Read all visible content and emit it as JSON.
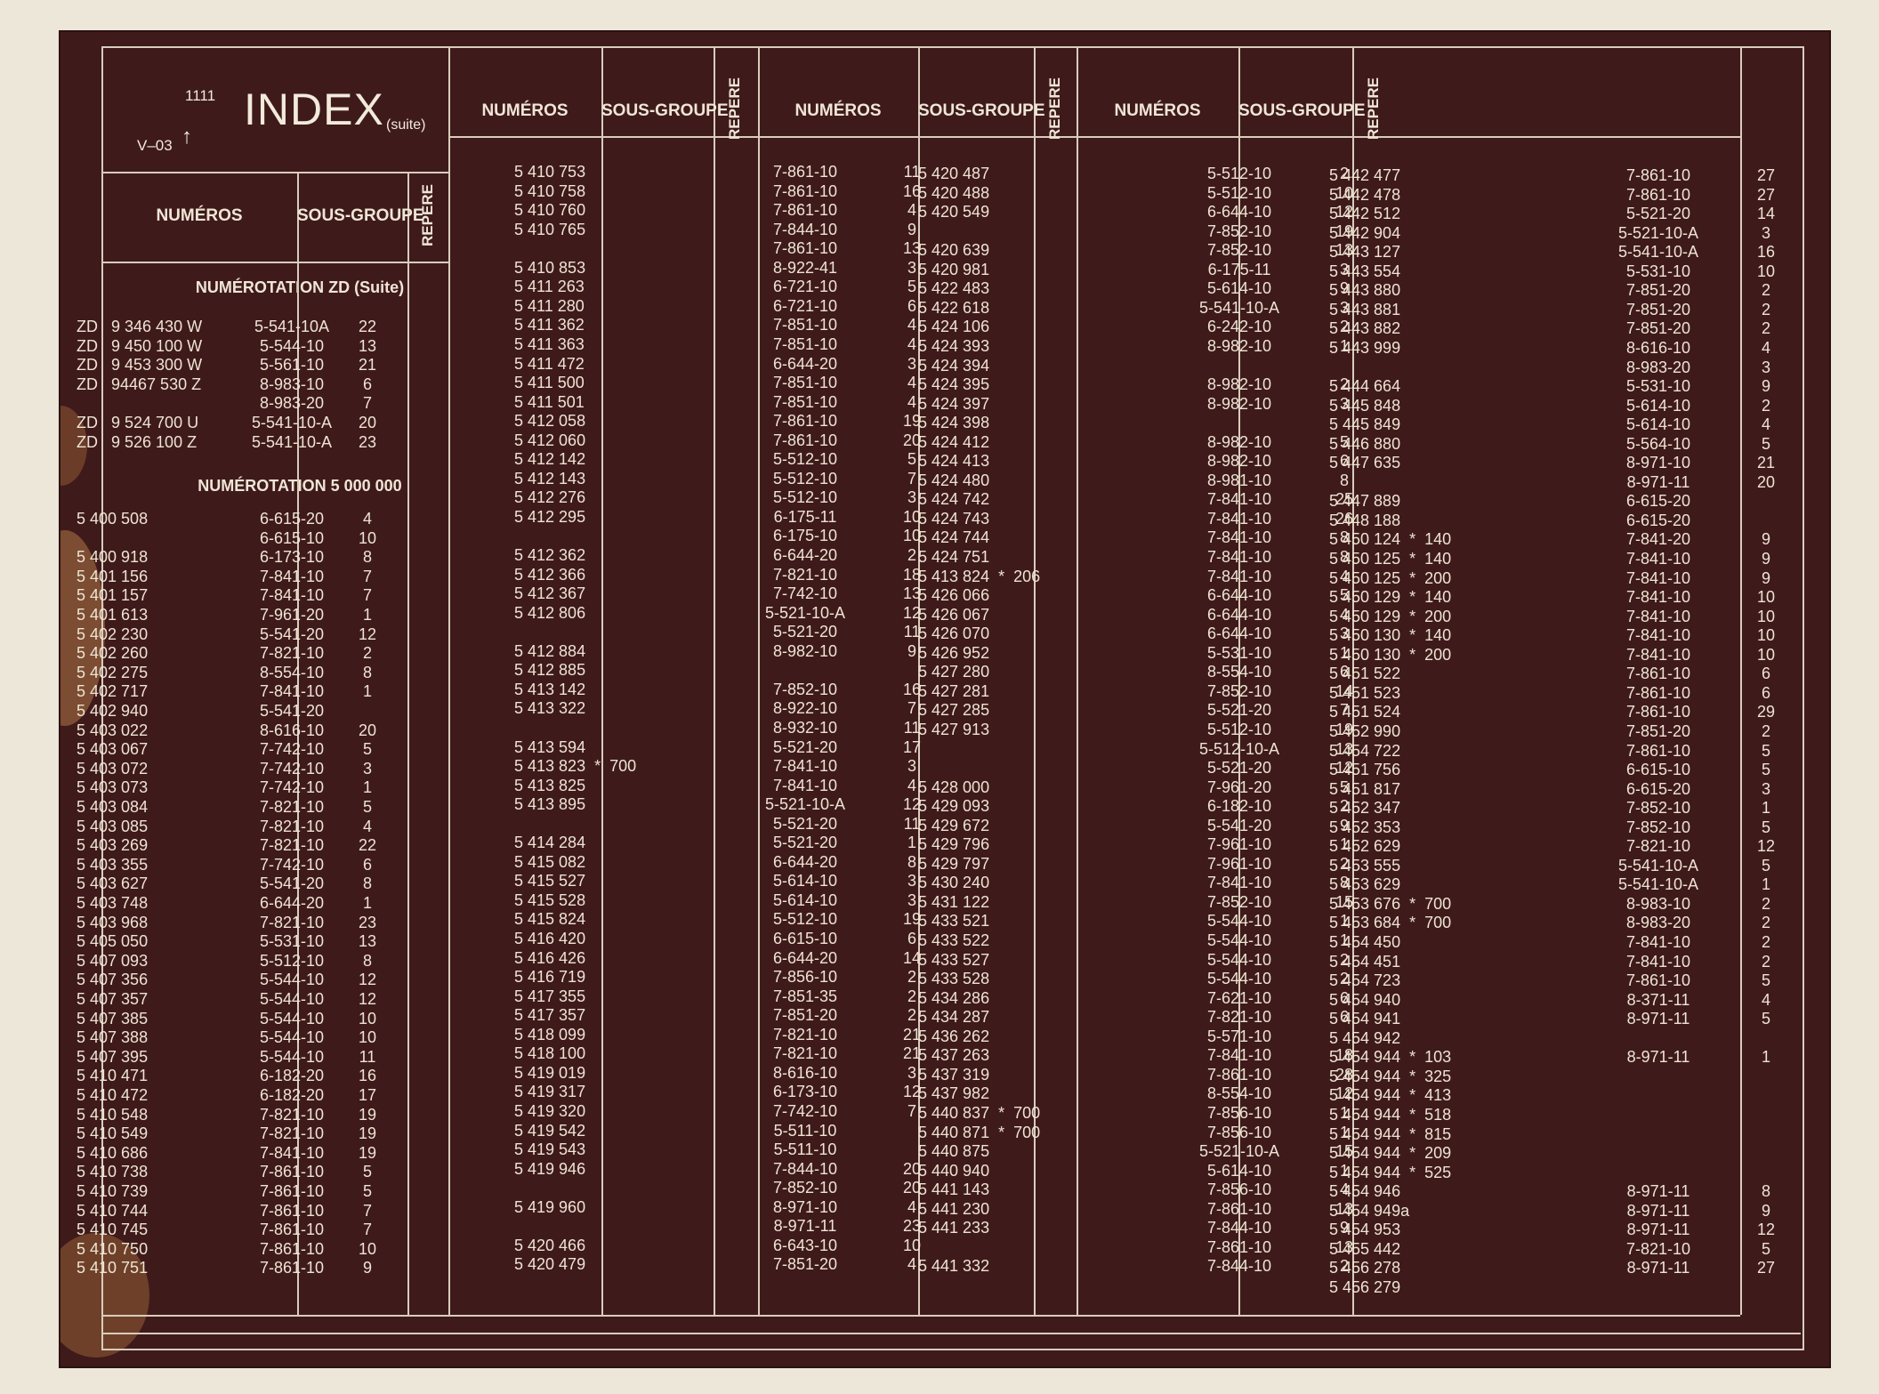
{
  "header": {
    "code": "1111",
    "title": "INDEX",
    "suffix": "(suite)",
    "version": "V–03",
    "arrow": "↑"
  },
  "labels": {
    "numeros": "NUMÉROS",
    "sousgroupe": "SOUS-GROUPE",
    "repere": "REPERE"
  },
  "sections": {
    "zd": "NUMÉROTATION ZD (Suite)",
    "five": "NUMÉROTATION 5 000 000"
  },
  "columns": [
    {
      "rows": [
        [
          "ZD   9 346 430 W",
          "5-541-10A",
          "22"
        ],
        [
          "ZD   9 450 100 W",
          "5-544-10",
          "13"
        ],
        [
          "ZD   9 453 300 W",
          "5-561-10",
          "21"
        ],
        [
          "ZD   94467 530 Z",
          "8-983-10",
          "6"
        ],
        [
          "",
          "8-983-20",
          "7"
        ],
        [
          "ZD   9 524 700 U",
          "5-541-10-A",
          "20"
        ],
        [
          "ZD   9 526 100 Z",
          "5-541-10-A",
          "23"
        ],
        [
          "",
          "",
          ""
        ],
        [
          "",
          "",
          ""
        ],
        [
          "",
          "",
          ""
        ],
        [
          "5 400 508",
          "6-615-20",
          "4"
        ],
        [
          "",
          "6-615-10",
          "10"
        ],
        [
          "5 400 918",
          "6-173-10",
          "8"
        ],
        [
          "5 401 156",
          "7-841-10",
          "7"
        ],
        [
          "5 401 157",
          "7-841-10",
          "7"
        ],
        [
          "5 401 613",
          "7-961-20",
          "1"
        ],
        [
          "5 402 230",
          "5-541-20",
          "12"
        ],
        [
          "5 402 260",
          "7-821-10",
          "2"
        ],
        [
          "5 402 275",
          "8-554-10",
          "8"
        ],
        [
          "5 402 717",
          "7-841-10",
          "1"
        ],
        [
          "5 402 940",
          "5-541-20",
          ""
        ],
        [
          "5 403 022",
          "8-616-10",
          "20"
        ],
        [
          "5 403 067",
          "7-742-10",
          "5"
        ],
        [
          "5 403 072",
          "7-742-10",
          "3"
        ],
        [
          "5 403 073",
          "7-742-10",
          "1"
        ],
        [
          "5 403 084",
          "7-821-10",
          "5"
        ],
        [
          "5 403 085",
          "7-821-10",
          "4"
        ],
        [
          "5 403 269",
          "7-821-10",
          "22"
        ],
        [
          "5 403 355",
          "7-742-10",
          "6"
        ],
        [
          "5 403 627",
          "5-541-20",
          "8"
        ],
        [
          "5 403 748",
          "6-644-20",
          "1"
        ],
        [
          "5 403 968",
          "7-821-10",
          "23"
        ],
        [
          "5 405 050",
          "5-531-10",
          "13"
        ],
        [
          "5 407 093",
          "5-512-10",
          "8"
        ],
        [
          "5 407 356",
          "5-544-10",
          "12"
        ],
        [
          "5 407 357",
          "5-544-10",
          "12"
        ],
        [
          "5 407 385",
          "5-544-10",
          "10"
        ],
        [
          "5 407 388",
          "5-544-10",
          "10"
        ],
        [
          "5 407 395",
          "5-544-10",
          "11"
        ],
        [
          "5 410 471",
          "6-182-20",
          "16"
        ],
        [
          "5 410 472",
          "6-182-20",
          "17"
        ],
        [
          "5 410 548",
          "7-821-10",
          "19"
        ],
        [
          "5 410 549",
          "7-821-10",
          "19"
        ],
        [
          "5 410 686",
          "7-841-10",
          "19"
        ],
        [
          "5 410 738",
          "7-861-10",
          "5"
        ],
        [
          "5 410 739",
          "7-861-10",
          "5"
        ],
        [
          "5 410 744",
          "7-861-10",
          "7"
        ],
        [
          "5 410 745",
          "7-861-10",
          "7"
        ],
        [
          "5 410 750",
          "7-861-10",
          "10"
        ],
        [
          "5 410 751",
          "7-861-10",
          "9"
        ]
      ]
    },
    {
      "rows": [
        [
          "5 410 753",
          "7-861-10",
          "11"
        ],
        [
          "5 410 758",
          "7-861-10",
          "16"
        ],
        [
          "5 410 760",
          "7-861-10",
          "4"
        ],
        [
          "5 410 765",
          "7-844-10",
          "9"
        ],
        [
          "",
          "7-861-10",
          "13"
        ],
        [
          "5 410 853",
          "8-922-41",
          "3"
        ],
        [
          "5 411 263",
          "6-721-10",
          "5"
        ],
        [
          "5 411 280",
          "6-721-10",
          "6"
        ],
        [
          "5 411 362",
          "7-851-10",
          "4"
        ],
        [
          "5 411 363",
          "7-851-10",
          "4"
        ],
        [
          "5 411 472",
          "6-644-20",
          "3"
        ],
        [
          "5 411 500",
          "7-851-10",
          "4"
        ],
        [
          "5 411 501",
          "7-851-10",
          "4"
        ],
        [
          "5 412 058",
          "7-861-10",
          "19"
        ],
        [
          "5 412 060",
          "7-861-10",
          "20"
        ],
        [
          "5 412 142",
          "5-512-10",
          "5"
        ],
        [
          "5 412 143",
          "5-512-10",
          "7"
        ],
        [
          "5 412 276",
          "5-512-10",
          "3"
        ],
        [
          "5 412 295",
          "6-175-11",
          "10"
        ],
        [
          "",
          "6-175-10",
          "10"
        ],
        [
          "5 412 362",
          "6-644-20",
          "2"
        ],
        [
          "5 412 366",
          "7-821-10",
          "18"
        ],
        [
          "5 412 367",
          "7-742-10",
          "13"
        ],
        [
          "5 412 806",
          "5-521-10-A",
          "12"
        ],
        [
          "",
          "5-521-20",
          "11"
        ],
        [
          "5 412 884",
          "8-982-10",
          "9"
        ],
        [
          "5 412 885",
          "",
          ""
        ],
        [
          "5 413 142",
          "7-852-10",
          "16"
        ],
        [
          "5 413 322",
          "8-922-10",
          "7"
        ],
        [
          "",
          "8-932-10",
          "11"
        ],
        [
          "5 413 594",
          "5-521-20",
          "17"
        ],
        [
          "5 413 823  *  700",
          "7-841-10",
          "3"
        ],
        [
          "5 413 825",
          "7-841-10",
          "4"
        ],
        [
          "5 413 895",
          "5-521-10-A",
          "12"
        ],
        [
          "",
          "5-521-20",
          "11"
        ],
        [
          "5 414 284",
          "5-521-20",
          "1"
        ],
        [
          "5 415 082",
          "6-644-20",
          "8"
        ],
        [
          "5 415 527",
          "5-614-10",
          "3"
        ],
        [
          "5 415 528",
          "5-614-10",
          "3"
        ],
        [
          "5 415 824",
          "5-512-10",
          "19"
        ],
        [
          "5 416 420",
          "6-615-10",
          "6"
        ],
        [
          "5 416 426",
          "6-644-20",
          "14"
        ],
        [
          "5 416 719",
          "7-856-10",
          "2"
        ],
        [
          "5 417 355",
          "7-851-35",
          "2"
        ],
        [
          "5 417 357",
          "7-851-20",
          "2"
        ],
        [
          "5 418 099",
          "7-821-10",
          "21"
        ],
        [
          "5 418 100",
          "7-821-10",
          "21"
        ],
        [
          "5 419 019",
          "8-616-10",
          "3"
        ],
        [
          "5 419 317",
          "6-173-10",
          "12"
        ],
        [
          "5 419 320",
          "7-742-10",
          "7"
        ],
        [
          "5 419 542",
          "5-511-10",
          ""
        ],
        [
          "5 419 543",
          "5-511-10",
          ""
        ],
        [
          "5 419 946",
          "7-844-10",
          "20"
        ],
        [
          "",
          "7-852-10",
          "20"
        ],
        [
          "5 419 960",
          "8-971-10",
          "4"
        ],
        [
          "",
          "8-971-11",
          "23"
        ],
        [
          "5 420 466",
          "6-643-10",
          "10"
        ],
        [
          "5 420 479",
          "7-851-20",
          "4"
        ]
      ]
    },
    {
      "rows": [
        [
          "5 420 487",
          "5-512-10",
          "2"
        ],
        [
          "5 420 488",
          "5-512-10",
          "10"
        ],
        [
          "5 420 549",
          "6-644-10",
          "12"
        ],
        [
          "",
          "7-852-10",
          "19"
        ],
        [
          "5 420 639",
          "7-852-10",
          "13"
        ],
        [
          "5 420 981",
          "6-175-11",
          "3"
        ],
        [
          "5 422 483",
          "5-614-10",
          "9"
        ],
        [
          "5 422 618",
          "5-541-10-A",
          "3"
        ],
        [
          "5 424 106",
          "6-242-10",
          "2"
        ],
        [
          "5 424 393",
          "8-982-10",
          "1"
        ],
        [
          "5 424 394",
          "",
          ""
        ],
        [
          "5 424 395",
          "8-982-10",
          "2"
        ],
        [
          "5 424 397",
          "8-982-10",
          "3"
        ],
        [
          "5 424 398",
          "",
          ""
        ],
        [
          "5 424 412",
          "8-982-10",
          "5"
        ],
        [
          "5 424 413",
          "8-982-10",
          "6"
        ],
        [
          "5 424 480",
          "8-981-10",
          "8"
        ],
        [
          "5 424 742",
          "7-841-10",
          "25"
        ],
        [
          "5 424 743",
          "7-841-10",
          "26"
        ],
        [
          "5 424 744",
          "7-841-10",
          "8"
        ],
        [
          "5 424 751",
          "7-841-10",
          "8"
        ],
        [
          "5 413 824  *  206",
          "7-841-10",
          "4"
        ],
        [
          "5 426 066",
          "6-644-10",
          "5"
        ],
        [
          "5 426 067",
          "6-644-10",
          "4"
        ],
        [
          "5 426 070",
          "6-644-10",
          "3"
        ],
        [
          "5 426 952",
          "5-531-10",
          "1"
        ],
        [
          "5 427 280",
          "8-554-10",
          "6"
        ],
        [
          "5 427 281",
          "7-852-10",
          "14"
        ],
        [
          "5 427 285",
          "5-521-20",
          "7"
        ],
        [
          "5 427 913",
          "5-512-10",
          "19"
        ],
        [
          "",
          "5-512-10-A",
          "13"
        ],
        [
          "",
          "5-521-20",
          "12"
        ],
        [
          "5 428 000",
          "7-961-20",
          "5"
        ],
        [
          "5 429 093",
          "6-182-10",
          "2"
        ],
        [
          "5 429 672",
          "5-541-20",
          "9"
        ],
        [
          "5 429 796",
          "7-961-10",
          "1"
        ],
        [
          "5 429 797",
          "7-961-10",
          "2"
        ],
        [
          "5 430 240",
          "7-841-10",
          "8"
        ],
        [
          "5 431 122",
          "7-852-10",
          "15"
        ],
        [
          "5 433 521",
          "5-544-10",
          "1"
        ],
        [
          "5 433 522",
          "5-544-10",
          "1"
        ],
        [
          "5 433 527",
          "5-544-10",
          "2"
        ],
        [
          "5 433 528",
          "5-544-10",
          "2"
        ],
        [
          "5 434 286",
          "7-621-10",
          "6"
        ],
        [
          "5 434 287",
          "7-821-10",
          "6"
        ],
        [
          "5 436 262",
          "5-571-10",
          ""
        ],
        [
          "5 437 263",
          "7-841-10",
          "18"
        ],
        [
          "5 437 319",
          "7-861-10",
          "28"
        ],
        [
          "5 437 982",
          "8-554-10",
          "12"
        ],
        [
          "5 440 837  *  700",
          "7-856-10",
          "1"
        ],
        [
          "5 440 871  *  700",
          "7-856-10",
          "1"
        ],
        [
          "5 440 875",
          "5-521-10-A",
          "15"
        ],
        [
          "5 440 940",
          "5-614-10",
          "1"
        ],
        [
          "5 441 143",
          "7-856-10",
          "4"
        ],
        [
          "5 441 230",
          "7-861-10",
          "13"
        ],
        [
          "5 441 233",
          "7-844-10",
          "9"
        ],
        [
          "",
          "7-861-10",
          "13"
        ],
        [
          "5 441 332",
          "7-844-10",
          "2"
        ]
      ]
    },
    {
      "rows": [
        [
          "5 442 477",
          "7-861-10",
          "27"
        ],
        [
          "5 442 478",
          "7-861-10",
          "27"
        ],
        [
          "5 442 512",
          "5-521-20",
          "14"
        ],
        [
          "5 442 904",
          "5-521-10-A",
          "3"
        ],
        [
          "5 443 127",
          "5-541-10-A",
          "16"
        ],
        [
          "5 443 554",
          "5-531-10",
          "10"
        ],
        [
          "5 443 880",
          "7-851-20",
          "2"
        ],
        [
          "5 443 881",
          "7-851-20",
          "2"
        ],
        [
          "5 443 882",
          "7-851-20",
          "2"
        ],
        [
          "5 443 999",
          "8-616-10",
          "4"
        ],
        [
          "",
          "8-983-20",
          "3"
        ],
        [
          "5 444 664",
          "5-531-10",
          "9"
        ],
        [
          "5 445 848",
          "5-614-10",
          "2"
        ],
        [
          "5 445 849",
          "5-614-10",
          "4"
        ],
        [
          "5 446 880",
          "5-564-10",
          "5"
        ],
        [
          "5 447 635",
          "8-971-10",
          "21"
        ],
        [
          "",
          "8-971-11",
          "20"
        ],
        [
          "5 447 889",
          "6-615-20",
          ""
        ],
        [
          "5 448 188",
          "6-615-20",
          ""
        ],
        [
          "5 450 124  *  140",
          "7-841-20",
          "9"
        ],
        [
          "5 450 125  *  140",
          "7-841-10",
          "9"
        ],
        [
          "5 450 125  *  200",
          "7-841-10",
          "9"
        ],
        [
          "5 450 129  *  140",
          "7-841-10",
          "10"
        ],
        [
          "5 450 129  *  200",
          "7-841-10",
          "10"
        ],
        [
          "5 450 130  *  140",
          "7-841-10",
          "10"
        ],
        [
          "5 450 130  *  200",
          "7-841-10",
          "10"
        ],
        [
          "5 451 522",
          "7-861-10",
          "6"
        ],
        [
          "5 451 523",
          "7-861-10",
          "6"
        ],
        [
          "5 451 524",
          "7-861-10",
          "29"
        ],
        [
          "5 452 990",
          "7-851-20",
          "2"
        ],
        [
          "5 454 722",
          "7-861-10",
          "5"
        ],
        [
          "5 451 756",
          "6-615-10",
          "5"
        ],
        [
          "5 451 817",
          "6-615-20",
          "3"
        ],
        [
          "5 452 347",
          "7-852-10",
          "1"
        ],
        [
          "5 452 353",
          "7-852-10",
          "5"
        ],
        [
          "5 452 629",
          "7-821-10",
          "12"
        ],
        [
          "5 453 555",
          "5-541-10-A",
          "5"
        ],
        [
          "5 453 629",
          "5-541-10-A",
          "1"
        ],
        [
          "5 453 676  *  700",
          "8-983-10",
          "2"
        ],
        [
          "5 453 684  *  700",
          "8-983-20",
          "2"
        ],
        [
          "5 454 450",
          "7-841-10",
          "2"
        ],
        [
          "5 454 451",
          "7-841-10",
          "2"
        ],
        [
          "5 454 723",
          "7-861-10",
          "5"
        ],
        [
          "5 454 940",
          "8-371-11",
          "4"
        ],
        [
          "5 454 941",
          "8-971-11",
          "5"
        ],
        [
          "5 454 942",
          "",
          ""
        ],
        [
          "5 454 944  *  103",
          "8-971-11",
          "1"
        ],
        [
          "5 454 944  *  325",
          "",
          ""
        ],
        [
          "5 454 944  *  413",
          "",
          ""
        ],
        [
          "5 454 944  *  518",
          "",
          ""
        ],
        [
          "5 454 944  *  815",
          "",
          ""
        ],
        [
          "5 454 944  *  209",
          "",
          ""
        ],
        [
          "5 454 944  *  525",
          "",
          ""
        ],
        [
          "5 454 946",
          "8-971-11",
          "8"
        ],
        [
          "5 454 949a",
          "8-971-11",
          "9"
        ],
        [
          "5 454 953",
          "8-971-11",
          "12"
        ],
        [
          "5 455 442",
          "7-821-10",
          "5"
        ],
        [
          "5 456 278",
          "8-971-11",
          "27"
        ],
        [
          "5 456 279",
          "",
          ""
        ]
      ]
    }
  ]
}
